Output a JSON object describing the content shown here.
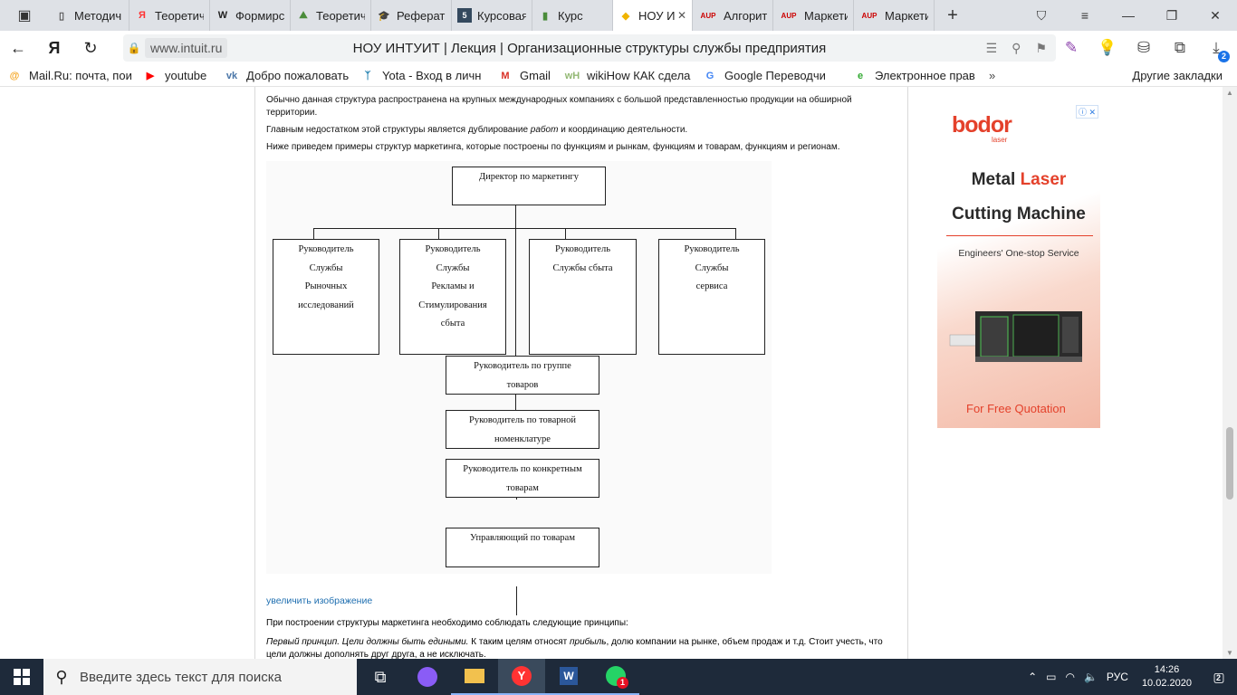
{
  "tabs": [
    {
      "label": "Методич",
      "icon": "document-icon",
      "active": false
    },
    {
      "label": "Теоретич",
      "icon": "yandex-icon",
      "active": false
    },
    {
      "label": "Формирс",
      "icon": "wikipedia-icon",
      "active": false
    },
    {
      "label": "Теоретич",
      "icon": "landscape-icon",
      "active": false
    },
    {
      "label": "Реферат",
      "icon": "graduation-cap-icon",
      "active": false
    },
    {
      "label": "Курсовая",
      "icon": "5b-icon",
      "active": false
    },
    {
      "label": "Курс",
      "icon": "book-icon",
      "active": false
    },
    {
      "label": "НОУ И",
      "icon": "intuit-icon",
      "active": true
    },
    {
      "label": "Алгорит",
      "icon": "aup-icon",
      "active": false
    },
    {
      "label": "Маркети",
      "icon": "aup-icon",
      "active": false
    },
    {
      "label": "Маркети",
      "icon": "aup-icon",
      "active": false
    }
  ],
  "address": {
    "domain": "www.intuit.ru",
    "page_title": "НОУ ИНТУИТ | Лекция | Организационные структуры службы предприятия"
  },
  "downloads_badge": "2",
  "bookmarks": [
    {
      "label": "Mail.Ru: почта, пои",
      "icon": "mailru-icon"
    },
    {
      "label": "youtube",
      "icon": "youtube-icon"
    },
    {
      "label": "Добро пожаловать",
      "icon": "vk-icon"
    },
    {
      "label": "Yota - Вход в личн",
      "icon": "yota-icon"
    },
    {
      "label": "Gmail",
      "icon": "gmail-icon"
    },
    {
      "label": "wikiHow КАК сдела",
      "icon": "wikihow-icon"
    },
    {
      "label": "Google Переводчи",
      "icon": "google-translate-icon"
    },
    {
      "label": "Электронное прав",
      "icon": "egov-icon"
    }
  ],
  "bookmarks_more": "»",
  "bookmarks_other": "Другие закладки",
  "article": {
    "p1": "Обычно данная структура распространена на крупных международных компаниях с большой представленностью продукции на обширной территории.",
    "p2_before": "Главным недостатком этой структуры является дублирование ",
    "p2_italic": "работ",
    "p2_after": " и координацию деятельности.",
    "p3": "Ниже приведем примеры структур маркетинга, которые построены по функциям и рынкам, функциям и товарам, функциям и регионам.",
    "enlarge_link": "увеличить изображение",
    "p4": "При построении структуры маркетинга необходимо соблюдать следующие принципы:",
    "p5_italic": "Первый принцип. Цели должны быть едиными.",
    "p5_mid": " К таким целям относят ",
    "p5_italic2": "прибыль",
    "p5_after": ", долю компании на рынке, объем продаж и т.д. Стоит учесть, что цели должны дополнять друг друга, а не исключать."
  },
  "diagram": {
    "director": "Директор по маркетингу",
    "boxes": [
      {
        "lines": [
          "Руководитель",
          "Службы",
          "Рыночных",
          "исследований"
        ]
      },
      {
        "lines": [
          "Руководитель",
          "Службы",
          "Рекламы и",
          "Стимулирования",
          "сбыта"
        ]
      },
      {
        "lines": [
          "Руководитель",
          "Службы  сбыта"
        ]
      },
      {
        "lines": [
          "Руководитель",
          "Службы",
          "сервиса"
        ]
      }
    ],
    "chain": [
      {
        "lines": [
          "Руководитель  по группе",
          "товаров"
        ]
      },
      {
        "lines": [
          "Руководитель  по товарной",
          "номенклатуре"
        ]
      },
      {
        "lines": [
          "Руководитель по конкретным",
          "товарам"
        ]
      },
      {
        "lines": [
          "Управляющий по товарам"
        ]
      }
    ]
  },
  "ad": {
    "brand": "bodor",
    "brand_sub": "laser",
    "headline_1a": "Metal ",
    "headline_1b": "Laser",
    "headline_2": "Cutting Machine",
    "tagline": "Engineers' One-stop Service",
    "cta": "For Free Quotation",
    "accent": "#e4412b"
  },
  "taskbar": {
    "search_placeholder": "Введите здесь текст для поиска",
    "lang": "РУС",
    "time": "14:26",
    "date": "10.02.2020",
    "notifications": "2",
    "whatsapp_badge": "1"
  }
}
